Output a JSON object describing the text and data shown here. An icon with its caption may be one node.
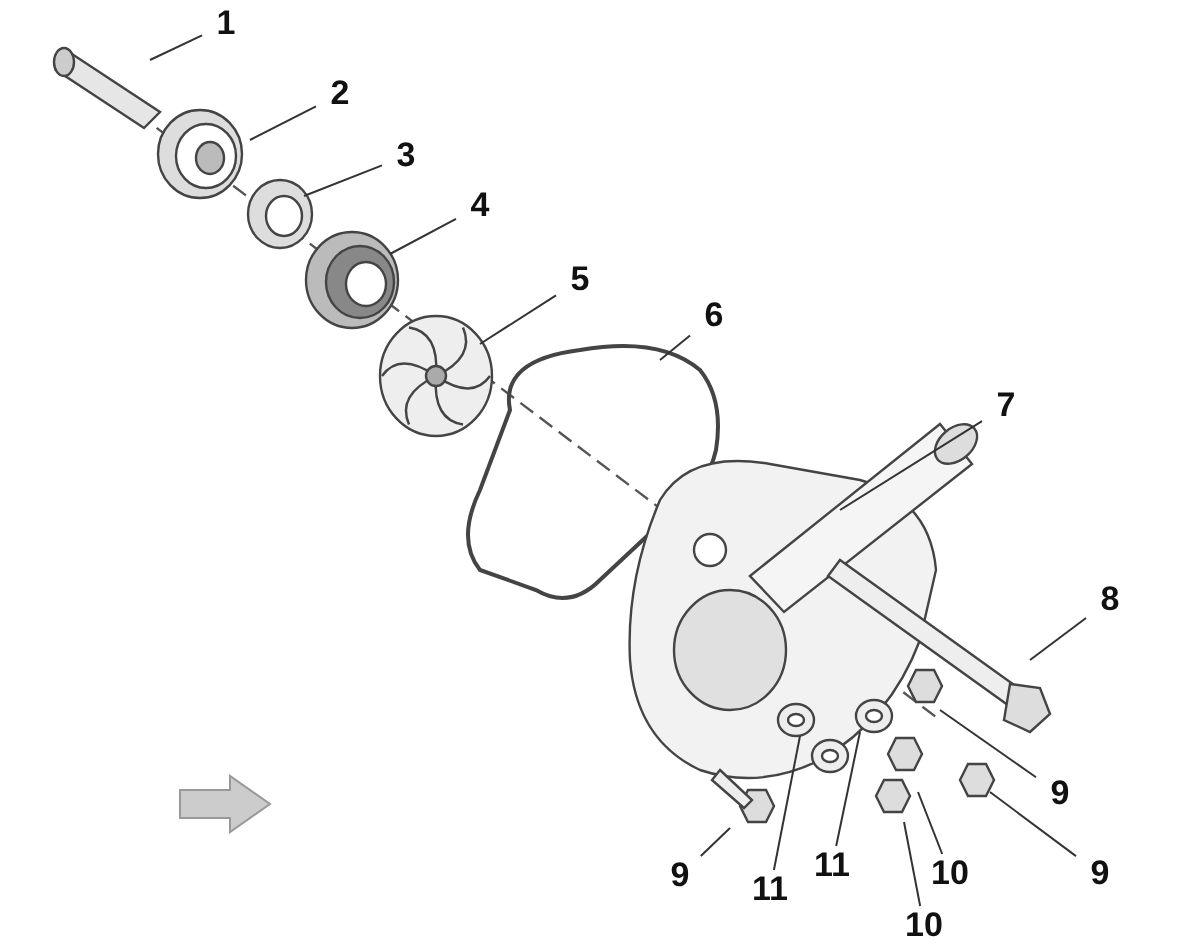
{
  "diagram": {
    "nodes": [
      {
        "text": [
          "1"
        ]
      },
      {
        "text": [
          "2"
        ]
      },
      {
        "text": [
          "3"
        ]
      },
      {
        "text": [
          "4"
        ]
      },
      {
        "text": [
          "5"
        ]
      },
      {
        "text": [
          "6"
        ]
      },
      {
        "text": [
          "7"
        ]
      },
      {
        "text": [
          "8"
        ]
      },
      {
        "text": [
          "9"
        ]
      },
      {
        "text": [
          "9"
        ]
      },
      {
        "text": [
          "11"
        ]
      },
      {
        "text": [
          "11"
        ]
      },
      {
        "text": [
          "10"
        ]
      },
      {
        "text": [
          "9"
        ]
      },
      {
        "text": [
          "10"
        ]
      }
    ],
    "edges": [
      {
        "from": 0,
        "to": null,
        "arrow": "none"
      },
      {
        "from": 1,
        "to": null,
        "arrow": "none"
      },
      {
        "from": 2,
        "to": null,
        "arrow": "none"
      },
      {
        "from": 3,
        "to": null,
        "arrow": "none"
      },
      {
        "from": 4,
        "to": null,
        "arrow": "none"
      },
      {
        "from": 5,
        "to": null,
        "arrow": "none"
      },
      {
        "from": 6,
        "to": null,
        "arrow": "none"
      },
      {
        "from": 7,
        "to": null,
        "arrow": "none"
      },
      {
        "from": 8,
        "to": null,
        "arrow": "none"
      },
      {
        "from": 9,
        "to": null,
        "arrow": "none"
      },
      {
        "from": 10,
        "to": null,
        "arrow": "none"
      },
      {
        "from": 11,
        "to": null,
        "arrow": "none"
      },
      {
        "from": 12,
        "to": null,
        "arrow": "none"
      },
      {
        "from": 13,
        "to": null,
        "arrow": "none"
      },
      {
        "from": 14,
        "to": null,
        "arrow": "none"
      }
    ]
  }
}
